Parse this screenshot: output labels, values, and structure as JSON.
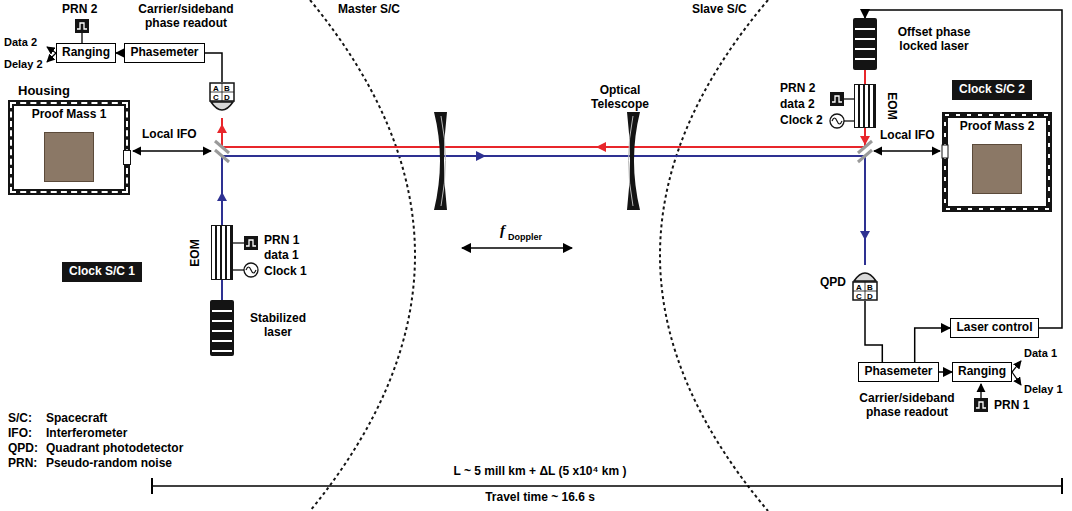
{
  "diagram": {
    "nodes": [
      {
        "text": [
          "Ranging"
        ]
      },
      {
        "text": [
          "Phasemeter"
        ]
      },
      {
        "text": [
          "A",
          "B",
          "C",
          "D"
        ]
      },
      {
        "text": [
          "Housing"
        ]
      },
      {
        "text": [
          "Proof Mass 1"
        ],
        "in": 3
      },
      {
        "text": [
          "Clock S/C 1"
        ]
      },
      {
        "text": [
          "EOM"
        ]
      },
      {
        "text": [
          "Stabilized laser"
        ]
      },
      {
        "text": [
          "Offset phase locked laser"
        ]
      },
      {
        "text": [
          "Clock S/C 2"
        ]
      },
      {
        "text": [
          "EOM"
        ]
      },
      {
        "text": [
          "Proof Mass 2"
        ]
      },
      {
        "text": [
          "A",
          "B",
          "C",
          "D"
        ]
      },
      {
        "text": [
          "Laser control"
        ]
      },
      {
        "text": [
          "Phasemeter"
        ]
      },
      {
        "text": [
          "Ranging"
        ]
      }
    ],
    "edges": [
      {
        "from": 1,
        "to": 0,
        "arrow": "to"
      },
      {
        "from": 2,
        "to": 1,
        "arrow": "none"
      },
      {
        "from": 7,
        "to": 6,
        "arrow": "none"
      },
      {
        "from": 8,
        "to": 10,
        "arrow": "none"
      },
      {
        "from": 12,
        "to": 14,
        "arrow": "none"
      },
      {
        "from": 14,
        "to": 15,
        "arrow": "to"
      },
      {
        "from": 14,
        "to": 13,
        "arrow": "to"
      },
      {
        "from": 13,
        "to": 8,
        "arrow": "to"
      }
    ],
    "labels": [
      "PRN 2",
      "Carrier/sideband phase readout",
      "Data 2",
      "Delay 2",
      "Master S/C",
      "Local IFO",
      "PRN 1",
      "data 1",
      "Clock 1",
      "Slave S/C",
      "Optical Telescope",
      "f",
      "Doppler",
      "PRN 2",
      "data 2",
      "Clock 2",
      "Local IFO",
      "QPD",
      "Carrier/sideband phase readout",
      "Data 1",
      "Delay 1",
      "PRN 1",
      "S/C:",
      "Spacecraft",
      "IFO:",
      "Interferometer",
      "QPD:",
      "Quadrant photodetector",
      "PRN:",
      "Pseudo-random noise",
      "L ~ 5 mill km + ΔL (5 x10⁴ km )",
      "Travel time ~ 16.6 s"
    ]
  }
}
